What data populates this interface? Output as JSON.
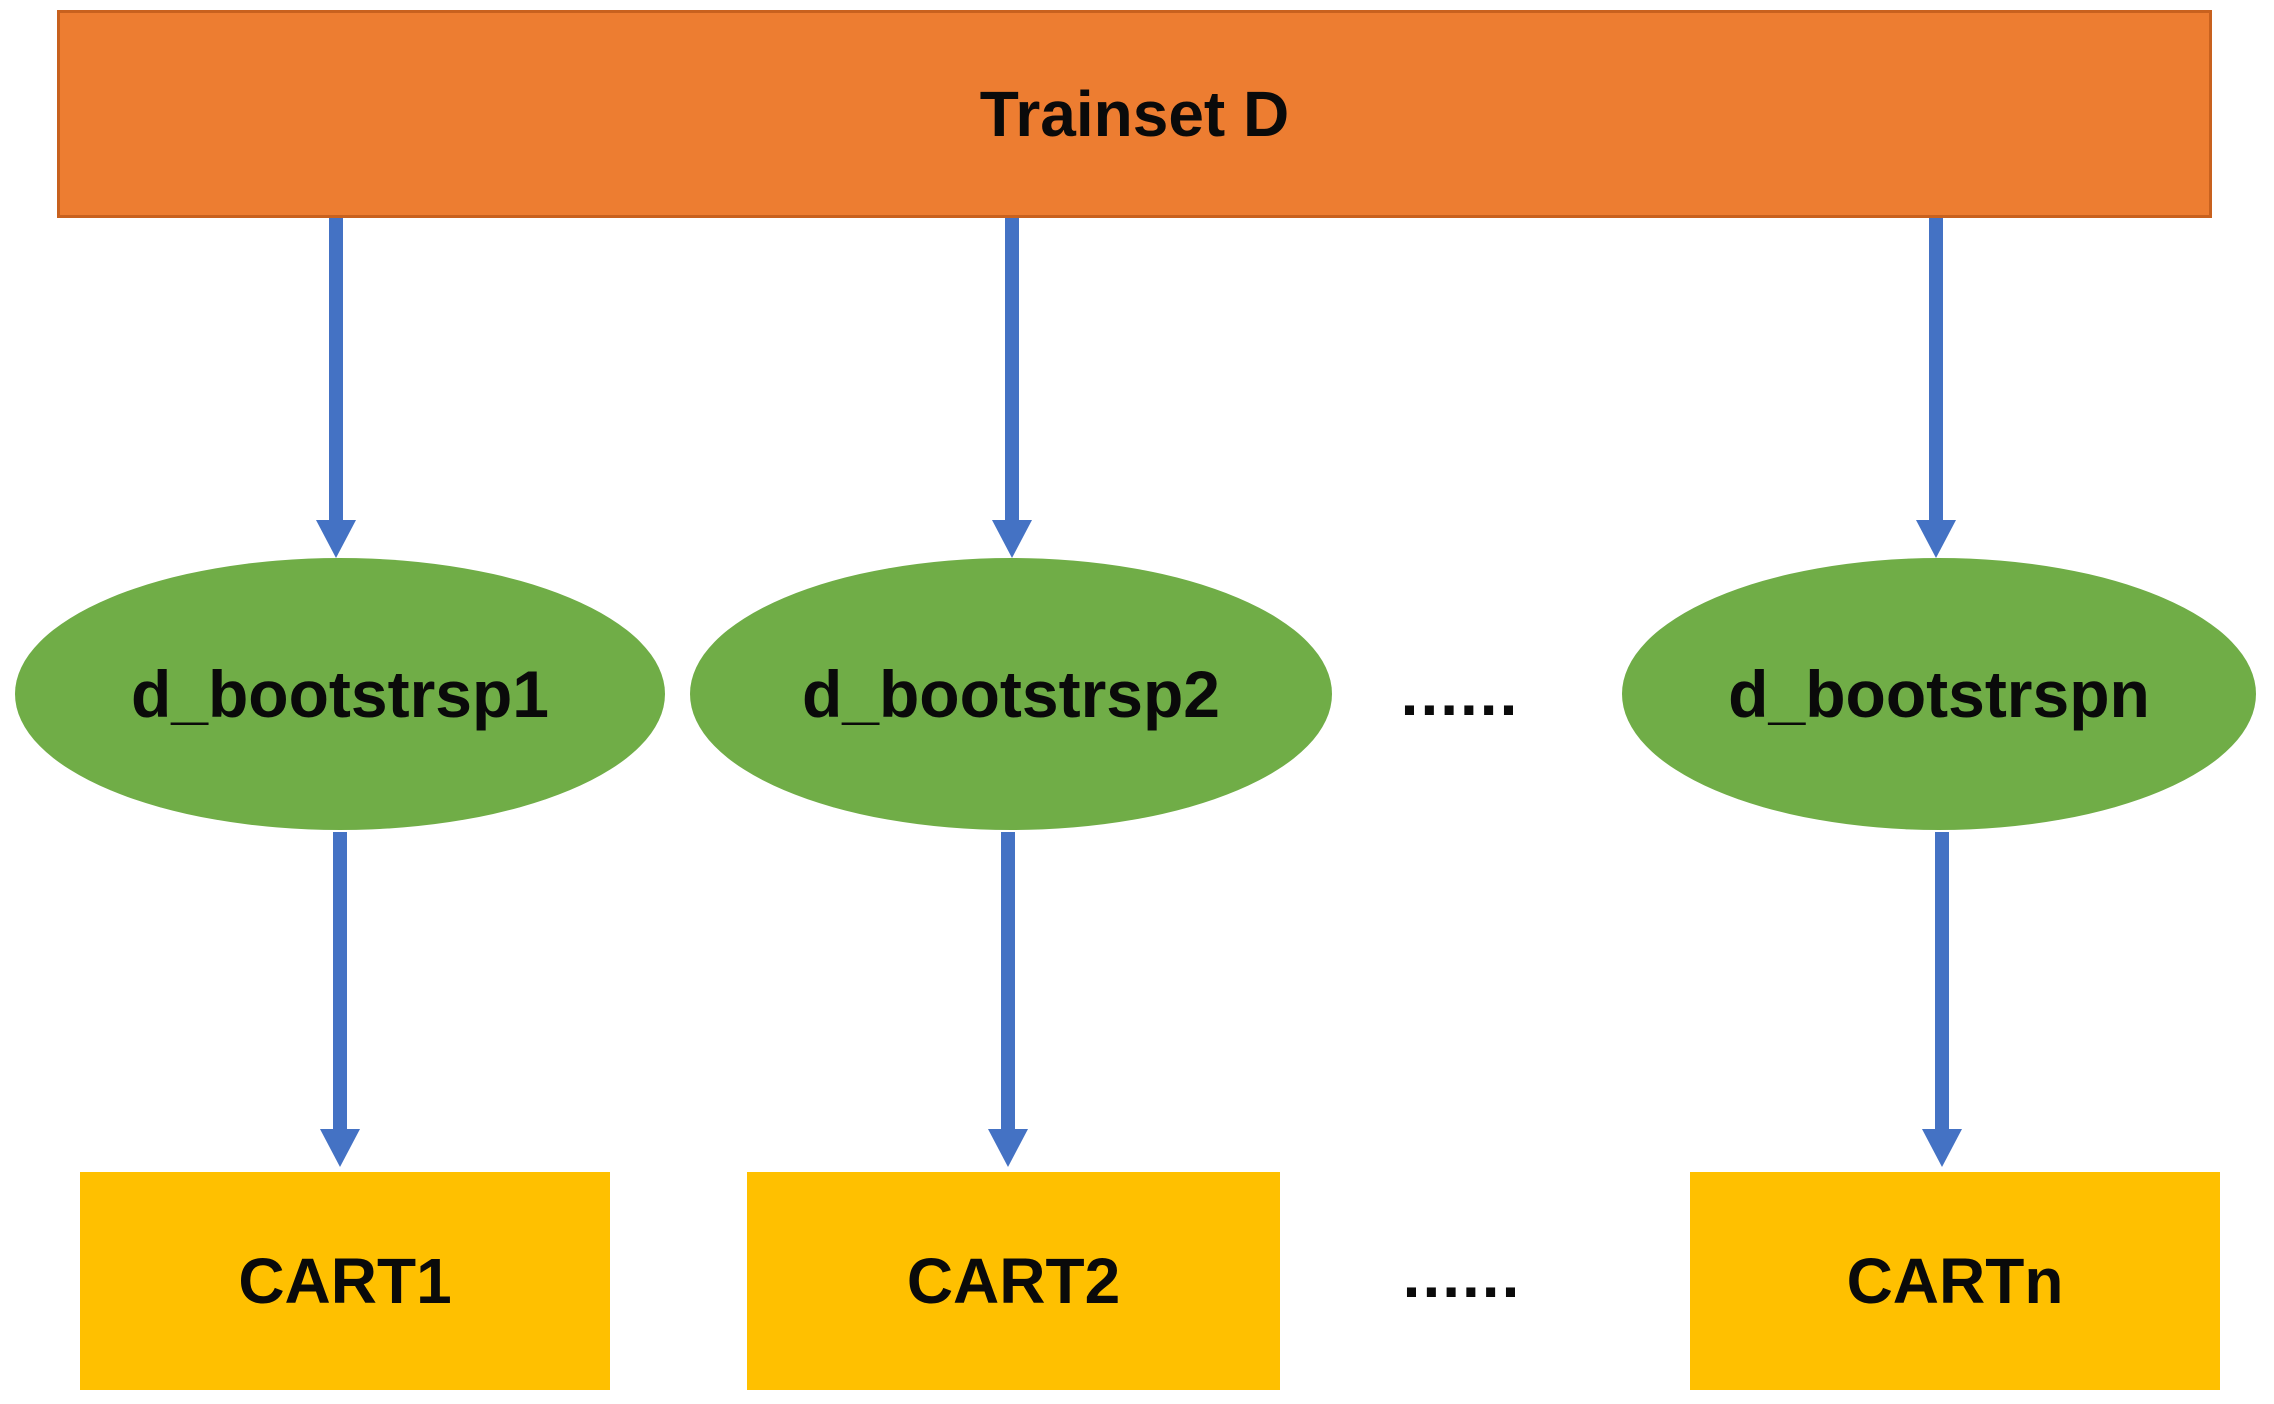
{
  "diagram": {
    "trainset": {
      "label": "Trainset D"
    },
    "bootstraps": [
      {
        "label": "d_bootstrsp1"
      },
      {
        "label": "d_bootstrsp2"
      },
      {
        "label": "d_bootstrspn"
      }
    ],
    "carts": [
      {
        "label": "CART1"
      },
      {
        "label": "CART2"
      },
      {
        "label": "CARTn"
      }
    ],
    "ellipsis": "......",
    "colors": {
      "trainset_fill": "#ED7D31",
      "trainset_border": "#C8611E",
      "bootstrap_fill": "#70AD47",
      "cart_fill": "#FFC000",
      "arrow": "#4472C4",
      "text": "#0A0A0A",
      "background": "#FFFFFF"
    }
  }
}
